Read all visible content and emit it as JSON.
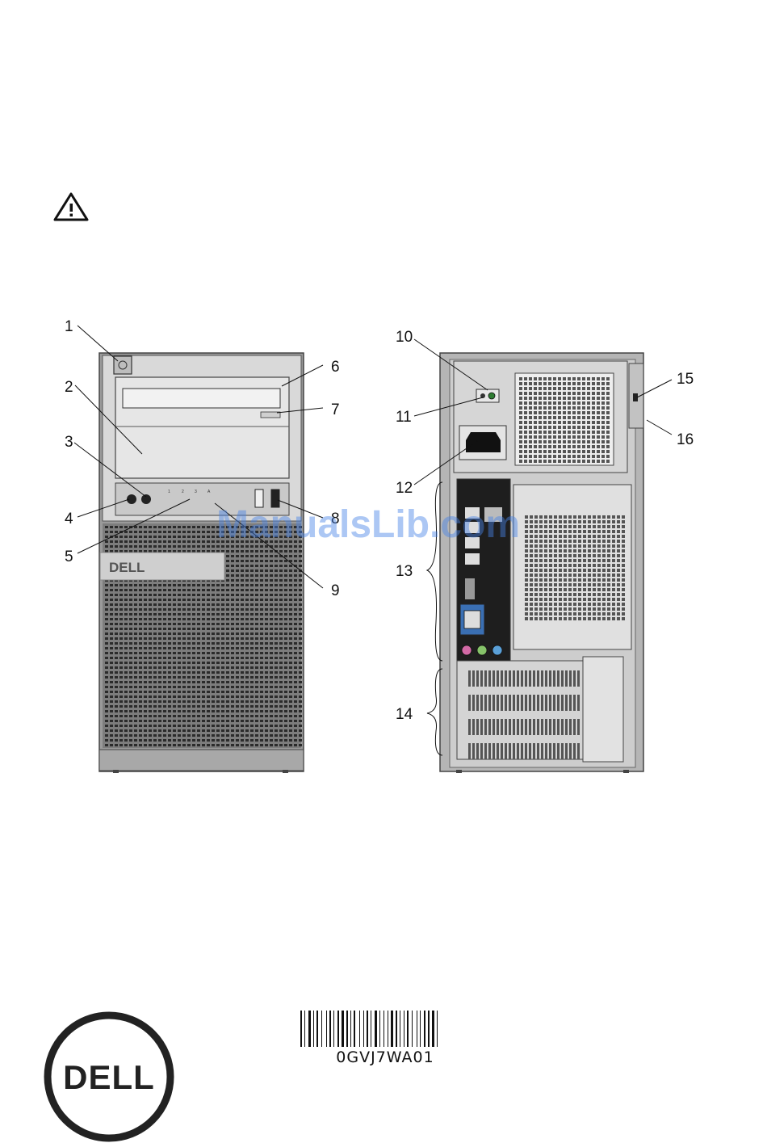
{
  "callouts": {
    "c1": "1",
    "c2": "2",
    "c3": "3",
    "c4": "4",
    "c5": "5",
    "c6": "6",
    "c7": "7",
    "c8": "8",
    "c9": "9",
    "c10": "10",
    "c11": "11",
    "c12": "12",
    "c13": "13",
    "c14": "14",
    "c15": "15",
    "c16": "16"
  },
  "front_logo": "DELL",
  "barcode_text": "0GVJ7WA01",
  "watermark": "ManualsLib.com",
  "brand_logo": "DELL",
  "icons": {
    "warning": "warning-triangle-icon"
  }
}
